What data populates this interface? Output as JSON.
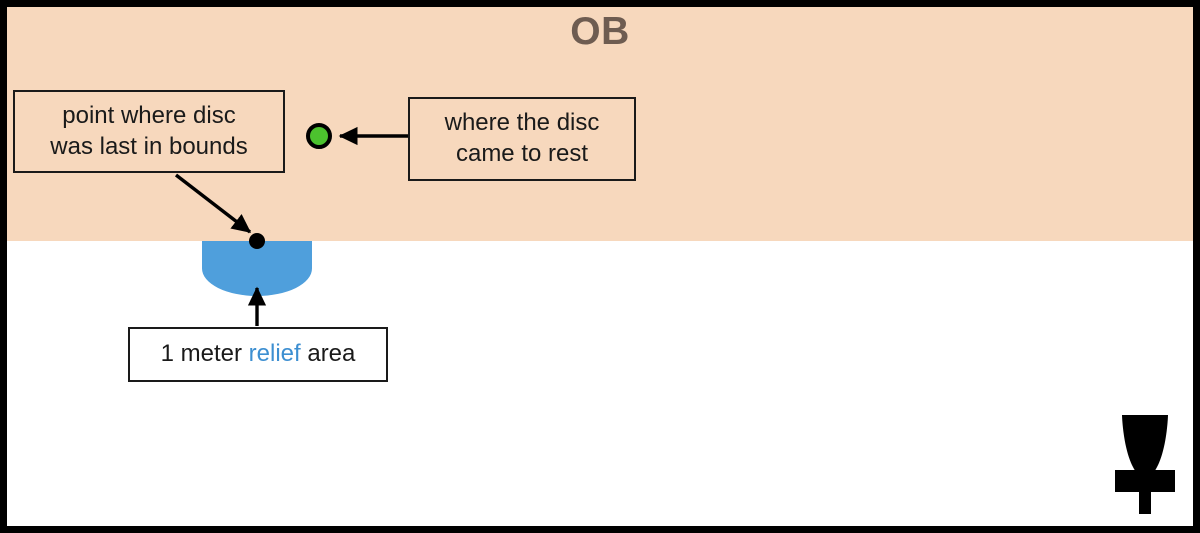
{
  "diagram": {
    "title": "OB",
    "zones": {
      "out_of_bounds_label": "OB",
      "out_of_bounds_color": "#f7d8bd",
      "in_bounds_color": "#ffffff",
      "frame_color": "#000000"
    },
    "markers": {
      "disc_at_rest": {
        "icon": "green-disc-marker",
        "fill_color": "#4cc22e",
        "stroke_color": "#000000"
      },
      "last_in_bounds_point": {
        "icon": "black-dot-marker",
        "fill_color": "#000000"
      },
      "relief_area": {
        "shape": "semicircle",
        "fill_color": "#4f9fdc"
      },
      "basket": {
        "icon": "disc-golf-basket-icon",
        "fill_color": "#000000"
      }
    },
    "callouts": {
      "last_in_bounds": {
        "line1": "point where disc",
        "line2": "was last in bounds"
      },
      "disc_at_rest": {
        "line1": "where the disc",
        "line2": "came to rest"
      },
      "relief": {
        "prefix": "1 meter ",
        "accent": "relief",
        "suffix": " area",
        "accent_color": "#3d8fd1"
      }
    }
  }
}
